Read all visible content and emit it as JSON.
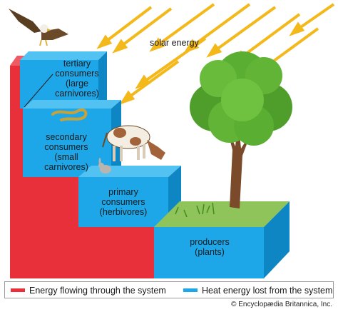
{
  "labels": {
    "solar_energy": "solar energy",
    "tertiary": [
      "tertiary",
      "consumers",
      "(large",
      "carnivores)"
    ],
    "secondary": [
      "secondary",
      "consumers",
      "(small",
      "carnivores)"
    ],
    "primary": [
      "primary",
      "consumers",
      "(herbivores)"
    ],
    "producers": [
      "producers",
      "(plants)"
    ]
  },
  "legend": {
    "red_label": "Energy flowing through the system",
    "blue_label": "Heat energy lost from the system"
  },
  "credit": "© Encyclopædia Britannica, Inc.",
  "colors": {
    "energy_red": "#e8303a",
    "heat_blue": "#1ea7e8",
    "arrow_yellow": "#f7c51a"
  }
}
